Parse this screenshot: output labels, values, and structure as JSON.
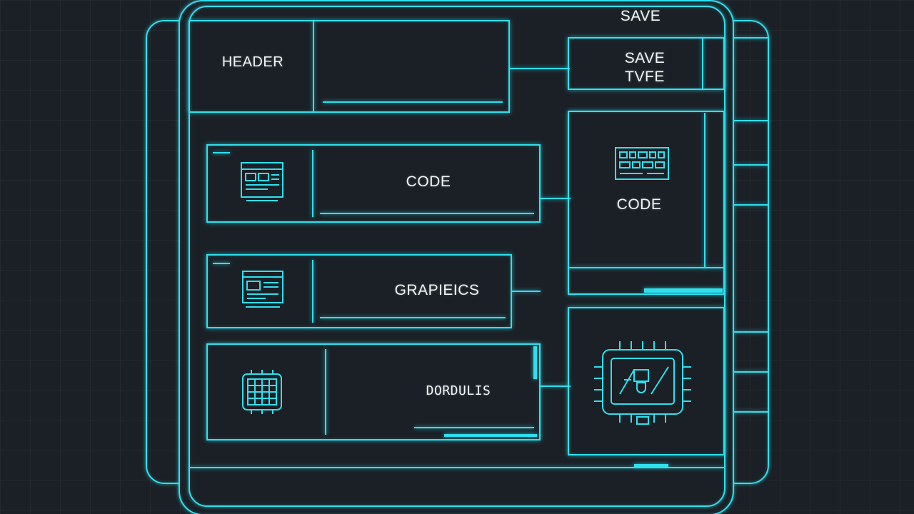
{
  "colors": {
    "background": "#1b2026",
    "accent": "#2fe0ee",
    "text": "#eef6f7"
  },
  "toolbar": {
    "save_label": "SAVE"
  },
  "header": {
    "label": "HEADER"
  },
  "save_type_panel": {
    "line1": "SAVE",
    "line2": "TVFE"
  },
  "modules": [
    {
      "label": "CODE",
      "icon": "code-window-icon"
    },
    {
      "label": "GRAPIEICS",
      "icon": "graphics-window-icon"
    },
    {
      "label": "DORDULIS",
      "icon": "chip-grid-icon"
    }
  ],
  "right_panels": [
    {
      "label": "CODE",
      "icon": "circuit-board-icon"
    },
    {
      "label": "",
      "icon": "processor-display-icon"
    }
  ]
}
